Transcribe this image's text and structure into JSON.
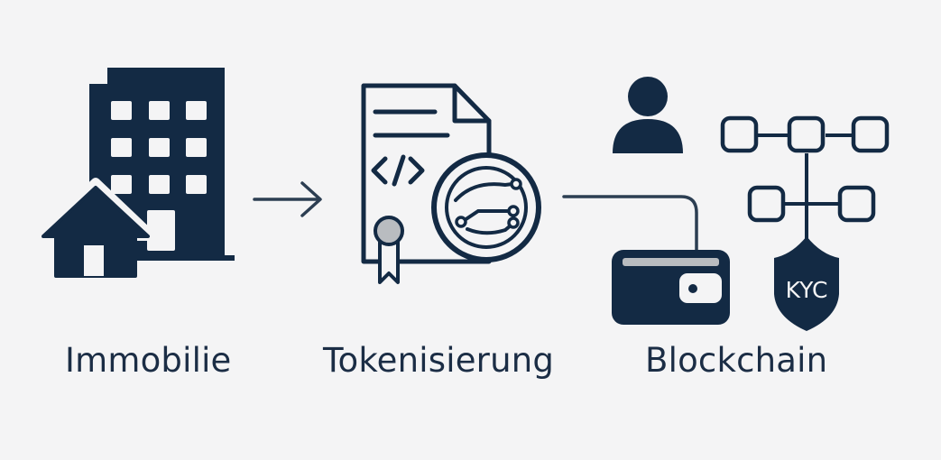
{
  "colors": {
    "background": "#f4f4f5",
    "primary": "#132a44",
    "line": "#2c3e52",
    "accent_gray": "#b9bcc0"
  },
  "steps": [
    {
      "label": "Immobilie",
      "icon": "building-with-house-icon"
    },
    {
      "label": "Tokenisierung",
      "icon": "smart-contract-document-icon"
    },
    {
      "label": "Blockchain",
      "icon": "blockchain-kyc-wallet-icon"
    }
  ],
  "blockchain": {
    "shield_text": "KYC"
  }
}
